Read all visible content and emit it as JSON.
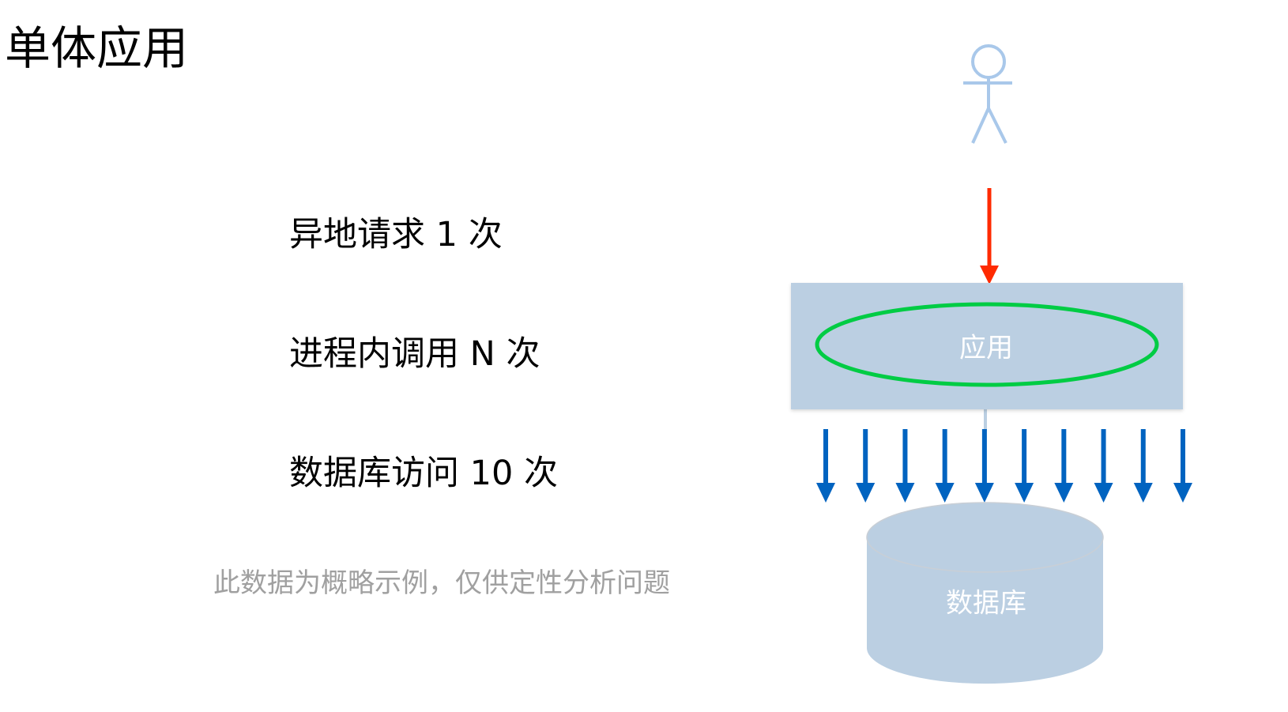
{
  "title": "单体应用",
  "stats": [
    {
      "label": "异地请求 1 次"
    },
    {
      "label": "进程内调用 N 次"
    },
    {
      "label": "数据库访问 10 次"
    }
  ],
  "note": "此数据为概略示例，仅供定性分析问题",
  "diagram": {
    "app_label": "应用",
    "db_label": "数据库",
    "db_arrow_count": 10,
    "colors": {
      "box": "#bbcfe2",
      "ellipse": "#00cc44",
      "request_arrow": "#ff2a00",
      "db_arrows": "#0063c0",
      "person": "#a9c8ea"
    }
  }
}
